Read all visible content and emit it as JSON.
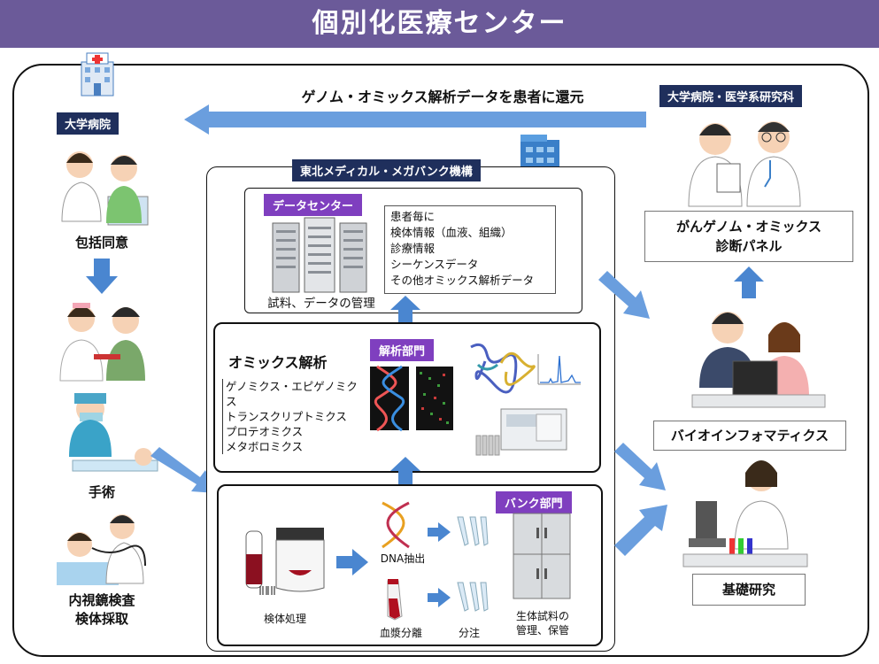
{
  "header": {
    "title": "個別化医療センター"
  },
  "top_flow": {
    "text": "ゲノム・オミックス解析データを患者に還元"
  },
  "hospital": {
    "tag": "大学病院",
    "steps": [
      "包括同意",
      "手術",
      "内視鏡検査",
      "検体採取"
    ]
  },
  "megabank": {
    "tag": "東北メディカル・メガバンク機構",
    "datacenter": {
      "tag": "データセンター",
      "caption": "試料、データの管理",
      "items": [
        "患者毎に",
        "検体情報（血液、組織）",
        "診療情報",
        "シーケンスデータ",
        "その他オミックス解析データ"
      ]
    },
    "analysis": {
      "title": "オミックス解析",
      "tag": "解析部門",
      "items": [
        "ゲノミクス・エピゲノミクス",
        "トランスクリプトミクス",
        "プロテオミクス",
        "メタボロミクス"
      ]
    },
    "bank": {
      "tag": "バンク部門",
      "sample_processing": "検体処理",
      "dna": "DNA抽出",
      "plasma": "血漿分離",
      "aliquot": "分注",
      "storage": [
        "生体試料の",
        "管理、保管"
      ]
    }
  },
  "research": {
    "tag": "大学病院・医学系研究科",
    "panel": [
      "がんゲノム・オミックス",
      "診断パネル"
    ],
    "bioinformatics": "バイオインフォマティクス",
    "basic": "基礎研究"
  },
  "colors": {
    "banner": "#6b5a99",
    "navy_tag": "#1f2f5c",
    "purple_tag": "#7f3fbf",
    "arrow": "#4a86d0"
  }
}
